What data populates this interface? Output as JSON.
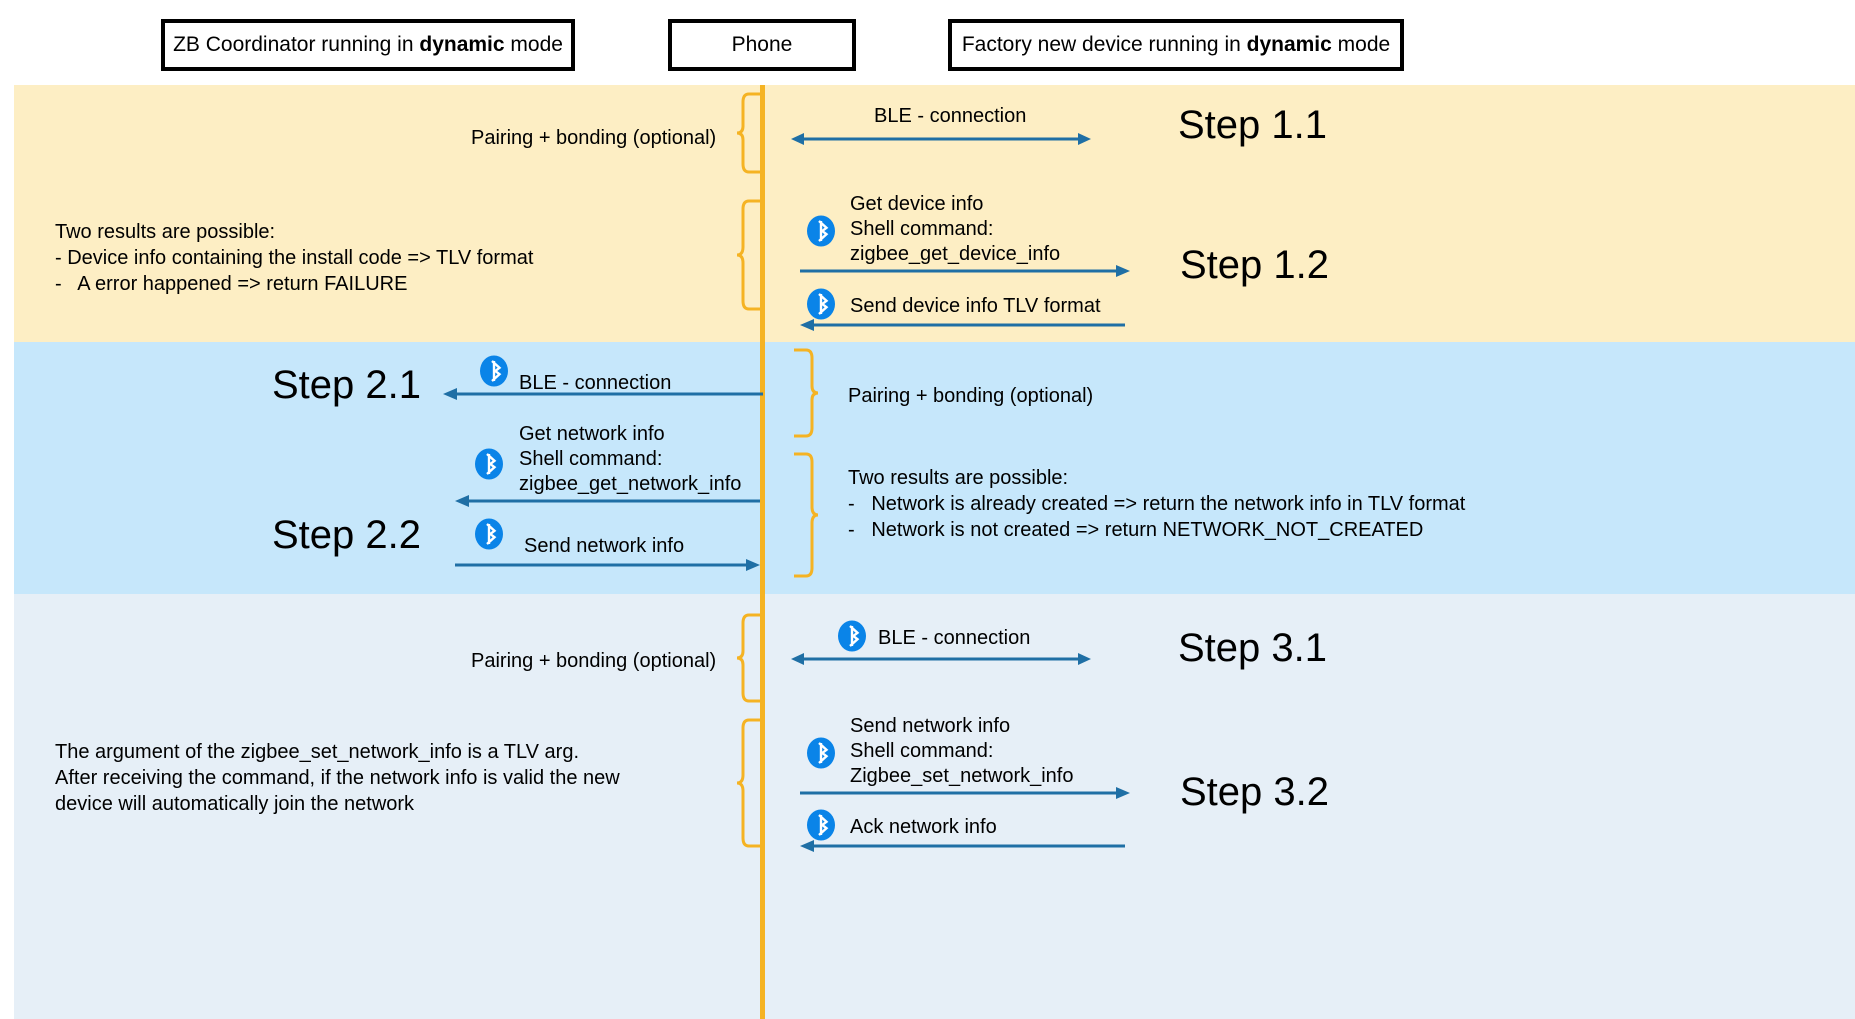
{
  "participants": [
    {
      "id": "coordinator",
      "label_pre": "ZB Coordinator running in ",
      "label_strong": "dynamic",
      "label_post": " mode"
    },
    {
      "id": "phone",
      "label": "Phone"
    },
    {
      "id": "device",
      "label_pre": "Factory new device running in ",
      "label_strong": "dynamic",
      "label_post": " mode"
    }
  ],
  "colors": {
    "band_step1": "#fdeec4",
    "band_step2": "#c6e7fb",
    "band_step3": "#e6eff7",
    "lifeline": "#f5b323",
    "brace": "#f5b323",
    "arrow": "#1f6fa5",
    "bluetooth": "#0a84e8",
    "box_border": "#000000"
  },
  "steps": [
    {
      "id": "step-1-1",
      "label": "Step 1.1",
      "side_note": "Pairing + bonding (optional)",
      "messages": [
        {
          "text": "BLE - connection",
          "direction": "bidirectional",
          "icon": null
        }
      ]
    },
    {
      "id": "step-1-2",
      "label": "Step 1.2",
      "side_note": "Two results are possible:\n- Device info containing the install code => TLV format\n-   A error happened => return FAILURE",
      "messages": [
        {
          "text": "Get device info\nShell command:\nzigbee_get_device_info",
          "direction": "right",
          "icon": "bluetooth-icon"
        },
        {
          "text": "Send device info TLV format",
          "direction": "left",
          "icon": "bluetooth-icon"
        }
      ]
    },
    {
      "id": "step-2-1",
      "label": "Step 2.1",
      "side_note": "Pairing + bonding (optional)",
      "messages": [
        {
          "text": "BLE - connection",
          "direction": "left",
          "icon": "bluetooth-icon"
        }
      ]
    },
    {
      "id": "step-2-2",
      "label": "Step 2.2",
      "side_note": "Two results are possible:\n-   Network is already created => return the network info in TLV format\n-   Network is not created => return NETWORK_NOT_CREATED",
      "messages": [
        {
          "text": "Get network info\nShell command:\nzigbee_get_network_info",
          "direction": "left",
          "icon": "bluetooth-icon"
        },
        {
          "text": "Send network info",
          "direction": "right",
          "icon": "bluetooth-icon"
        }
      ]
    },
    {
      "id": "step-3-1",
      "label": "Step 3.1",
      "side_note": "Pairing + bonding (optional)",
      "messages": [
        {
          "text": "BLE - connection",
          "direction": "bidirectional",
          "icon": "bluetooth-icon"
        }
      ]
    },
    {
      "id": "step-3-2",
      "label": "Step 3.2",
      "side_note": "The argument of the zigbee_set_network_info is a TLV arg.\nAfter receiving the command, if the network info is valid the new\ndevice will automatically join the network",
      "messages": [
        {
          "text": "Send network info\nShell command:\nZigbee_set_network_info",
          "direction": "right",
          "icon": "bluetooth-icon"
        },
        {
          "text": "Ack network info",
          "direction": "left",
          "icon": "bluetooth-icon"
        }
      ]
    }
  ],
  "text": {
    "s11_note": "Pairing + bonding (optional)",
    "s11_msg": "BLE - connection",
    "s11_step": "Step 1.1",
    "s12_note_l1": "Two results are possible:",
    "s12_note_l2": "- Device info containing the install code => TLV format",
    "s12_note_l3": "-   A error happened => return FAILURE",
    "s12_msg1_l1": "Get device info",
    "s12_msg1_l2": "Shell command:",
    "s12_msg1_l3": "zigbee_get_device_info",
    "s12_msg2": "Send device info TLV format",
    "s12_step": "Step 1.2",
    "s21_step": "Step 2.1",
    "s21_msg": "BLE - connection",
    "s21_note": "Pairing + bonding (optional)",
    "s22_step": "Step 2.2",
    "s22_msg1_l1": "Get network info",
    "s22_msg1_l2": "Shell command:",
    "s22_msg1_l3": "zigbee_get_network_info",
    "s22_msg2": "Send network info",
    "s22_note_l1": "Two results are possible:",
    "s22_note_l2": "-   Network is already created => return the network info in TLV format",
    "s22_note_l3": "-   Network is not created => return NETWORK_NOT_CREATED",
    "s31_note": "Pairing + bonding (optional)",
    "s31_msg": "BLE - connection",
    "s31_step": "Step 3.1",
    "s32_note_l1": "The argument of the zigbee_set_network_info is a TLV arg.",
    "s32_note_l2": "After receiving the command, if the network info is valid the new",
    "s32_note_l3": "device will automatically join the network",
    "s32_msg1_l1": "Send network info",
    "s32_msg1_l2": "Shell command:",
    "s32_msg1_l3": "Zigbee_set_network_info",
    "s32_msg2": "Ack network info",
    "s32_step": "Step 3.2"
  }
}
